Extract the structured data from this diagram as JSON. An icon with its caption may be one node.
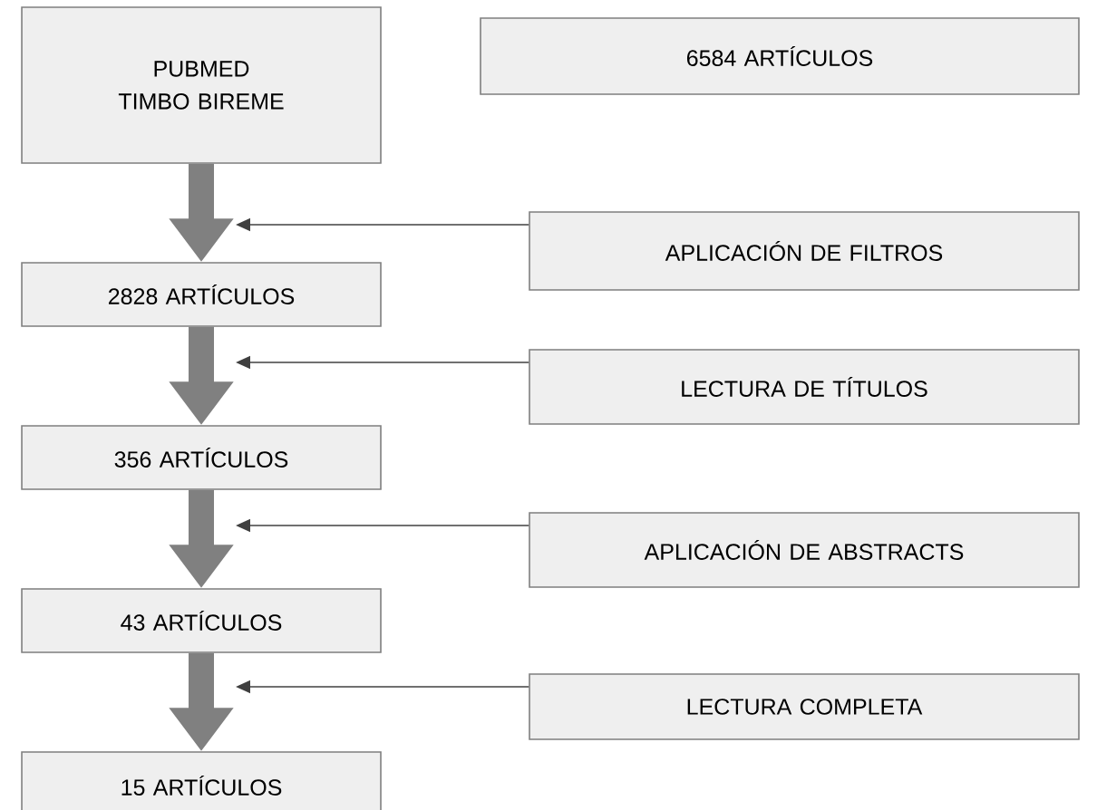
{
  "diagram": {
    "nodes": [
      {
        "text": [
          "PUBMED TIMBO BIREME"
        ]
      },
      {
        "text": [
          "6584 ARTÍCULOS"
        ]
      },
      {
        "text": [
          "APLICACIÓN DE FILTROS"
        ]
      },
      {
        "text": [
          "2828 ARTÍCULOS"
        ]
      },
      {
        "text": [
          "LECTURA DE TÍTULOS"
        ]
      },
      {
        "text": [
          "356 ARTÍCULOS"
        ]
      },
      {
        "text": [
          "APLICACIÓN DE ABSTRACTS"
        ]
      },
      {
        "text": [
          "43 ARTÍCULOS"
        ]
      },
      {
        "text": [
          "LECTURA COMPLETA"
        ]
      },
      {
        "text": [
          "15 ARTÍCULOS"
        ]
      }
    ],
    "edges": [
      {
        "from": 0,
        "to": 3,
        "arrow": "to",
        "style": "thick",
        "color": "#808080"
      },
      {
        "from": 3,
        "to": 5,
        "arrow": "to",
        "style": "thick",
        "color": "#808080"
      },
      {
        "from": 5,
        "to": 7,
        "arrow": "to",
        "style": "thick",
        "color": "#808080"
      },
      {
        "from": 7,
        "to": 9,
        "arrow": "to",
        "style": "thick",
        "color": "#808080"
      },
      {
        "from": 2,
        "to": null,
        "arrow": "to"
      },
      {
        "from": 4,
        "to": null,
        "arrow": "to"
      },
      {
        "from": 6,
        "to": null,
        "arrow": "to"
      },
      {
        "from": 8,
        "to": null,
        "arrow": "to"
      }
    ]
  }
}
